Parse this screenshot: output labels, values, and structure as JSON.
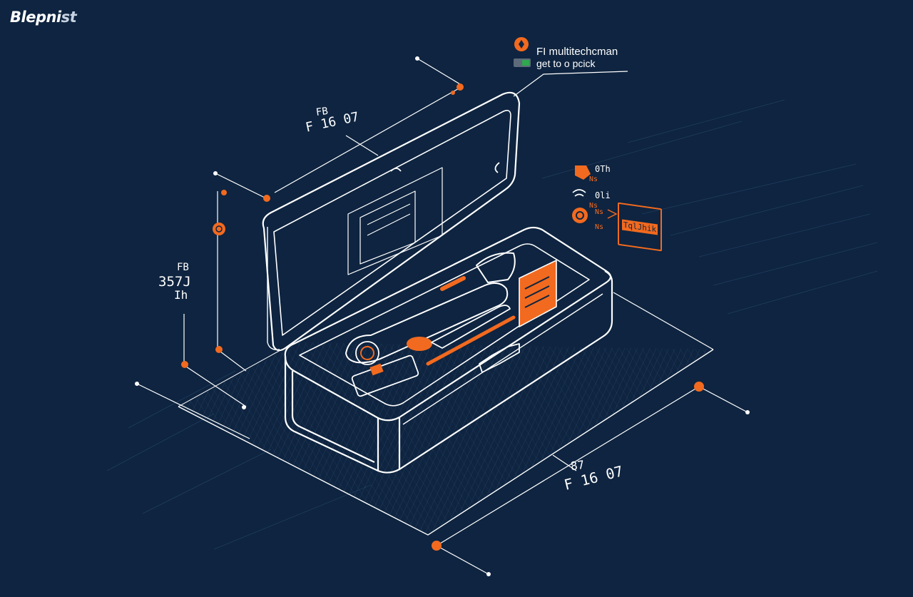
{
  "brand": {
    "logo_text": "Blepni",
    "logo_accent": "st"
  },
  "callout": {
    "line1": "FI multitechcman",
    "line2": "get to o pcick"
  },
  "dimensions": {
    "top_left_a": "FB",
    "top_left_b": "F 16 07",
    "left_a": "FB",
    "left_b": "357J",
    "left_c": "Ih",
    "bottom_a": "87",
    "bottom_b": "F 16 07"
  },
  "legend": {
    "items": [
      {
        "label": "0Th",
        "sub": "Ns",
        "icon": "flag-icon"
      },
      {
        "label": "0li",
        "sub": "Ns",
        "icon": "wave-icon"
      },
      {
        "label": "Ns",
        "sub": "Ns",
        "icon": "circle-icon"
      }
    ],
    "tag": "TqlJhik"
  },
  "colors": {
    "background": "#0e2440",
    "line": "#ffffff",
    "accent": "#f26a1f",
    "grid": "#2f4b6a"
  }
}
